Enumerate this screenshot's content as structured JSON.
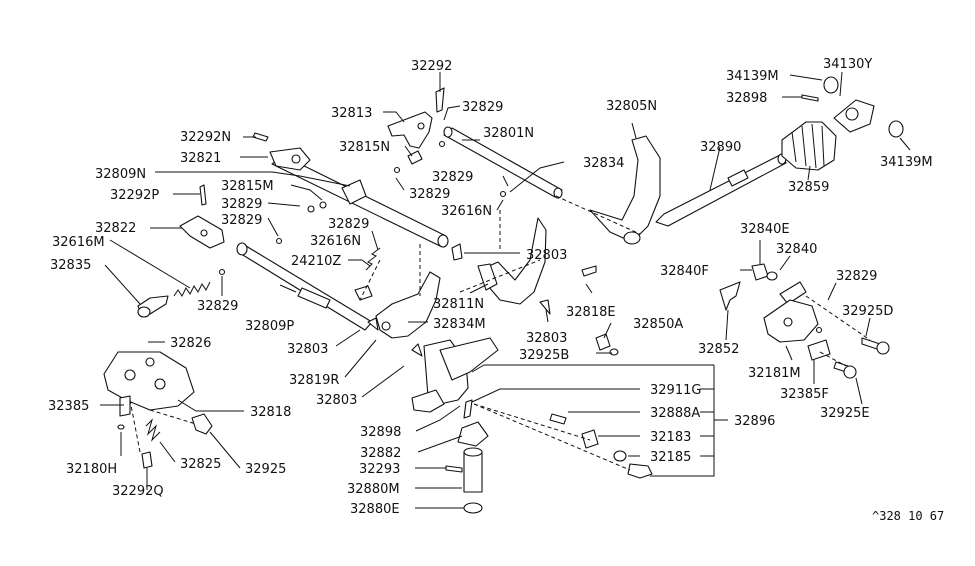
{
  "diagram": {
    "reference": "^328 10 67",
    "parts": [
      {
        "key": "p32292_top",
        "number": "32292"
      },
      {
        "key": "p32813",
        "number": "32813"
      },
      {
        "key": "p32829_a",
        "number": "32829"
      },
      {
        "key": "p32801N",
        "number": "32801N"
      },
      {
        "key": "p32292N",
        "number": "32292N"
      },
      {
        "key": "p32815N",
        "number": "32815N"
      },
      {
        "key": "p32821",
        "number": "32821"
      },
      {
        "key": "p32809N",
        "number": "32809N"
      },
      {
        "key": "p32834_a",
        "number": "32834"
      },
      {
        "key": "p32829_b",
        "number": "32829"
      },
      {
        "key": "p32815M",
        "number": "32815M"
      },
      {
        "key": "p32292P",
        "number": "32292P"
      },
      {
        "key": "p32829_c",
        "number": "32829"
      },
      {
        "key": "p32829_d",
        "number": "32829"
      },
      {
        "key": "p32616N_a",
        "number": "32616N"
      },
      {
        "key": "p32829_e",
        "number": "32829"
      },
      {
        "key": "p32822",
        "number": "32822"
      },
      {
        "key": "p32829_f",
        "number": "32829"
      },
      {
        "key": "p32616N_b",
        "number": "32616N"
      },
      {
        "key": "p32616M",
        "number": "32616M"
      },
      {
        "key": "p24210Z",
        "number": "24210Z"
      },
      {
        "key": "p32835",
        "number": "32835"
      },
      {
        "key": "p32803_a",
        "number": "32803"
      },
      {
        "key": "p32829_g",
        "number": "32829"
      },
      {
        "key": "p32811N",
        "number": "32811N"
      },
      {
        "key": "p32809P",
        "number": "32809P"
      },
      {
        "key": "p32834M",
        "number": "32834M"
      },
      {
        "key": "p32818E",
        "number": "32818E"
      },
      {
        "key": "p32803_b",
        "number": "32803"
      },
      {
        "key": "p32803_c",
        "number": "32803"
      },
      {
        "key": "p32850A",
        "number": "32850A"
      },
      {
        "key": "p32826",
        "number": "32826"
      },
      {
        "key": "p32925B",
        "number": "32925B"
      },
      {
        "key": "p32819R",
        "number": "32819R"
      },
      {
        "key": "p32803_d",
        "number": "32803"
      },
      {
        "key": "p32385",
        "number": "32385"
      },
      {
        "key": "p32818",
        "number": "32818"
      },
      {
        "key": "p32911G",
        "number": "32911G"
      },
      {
        "key": "p32888A",
        "number": "32888A"
      },
      {
        "key": "p32898_b",
        "number": "32898"
      },
      {
        "key": "p32896",
        "number": "32896"
      },
      {
        "key": "p32882",
        "number": "32882"
      },
      {
        "key": "p32183",
        "number": "32183"
      },
      {
        "key": "p32185",
        "number": "32185"
      },
      {
        "key": "p32180H",
        "number": "32180H"
      },
      {
        "key": "p32825",
        "number": "32825"
      },
      {
        "key": "p32925",
        "number": "32925"
      },
      {
        "key": "p32293",
        "number": "32293"
      },
      {
        "key": "p32880M",
        "number": "32880M"
      },
      {
        "key": "p32292Q",
        "number": "32292Q"
      },
      {
        "key": "p32880E",
        "number": "32880E"
      },
      {
        "key": "p32805N",
        "number": "32805N"
      },
      {
        "key": "p32890",
        "number": "32890"
      },
      {
        "key": "p34139M_a",
        "number": "34139M"
      },
      {
        "key": "p34130Y",
        "number": "34130Y"
      },
      {
        "key": "p32898_a",
        "number": "32898"
      },
      {
        "key": "p34139M_b",
        "number": "34139M"
      },
      {
        "key": "p32859",
        "number": "32859"
      },
      {
        "key": "p32840E",
        "number": "32840E"
      },
      {
        "key": "p32840",
        "number": "32840"
      },
      {
        "key": "p32840F",
        "number": "32840F"
      },
      {
        "key": "p32829_h",
        "number": "32829"
      },
      {
        "key": "p32925D",
        "number": "32925D"
      },
      {
        "key": "p32852",
        "number": "32852"
      },
      {
        "key": "p32181M",
        "number": "32181M"
      },
      {
        "key": "p32385F",
        "number": "32385F"
      },
      {
        "key": "p32925E",
        "number": "32925E"
      }
    ]
  }
}
